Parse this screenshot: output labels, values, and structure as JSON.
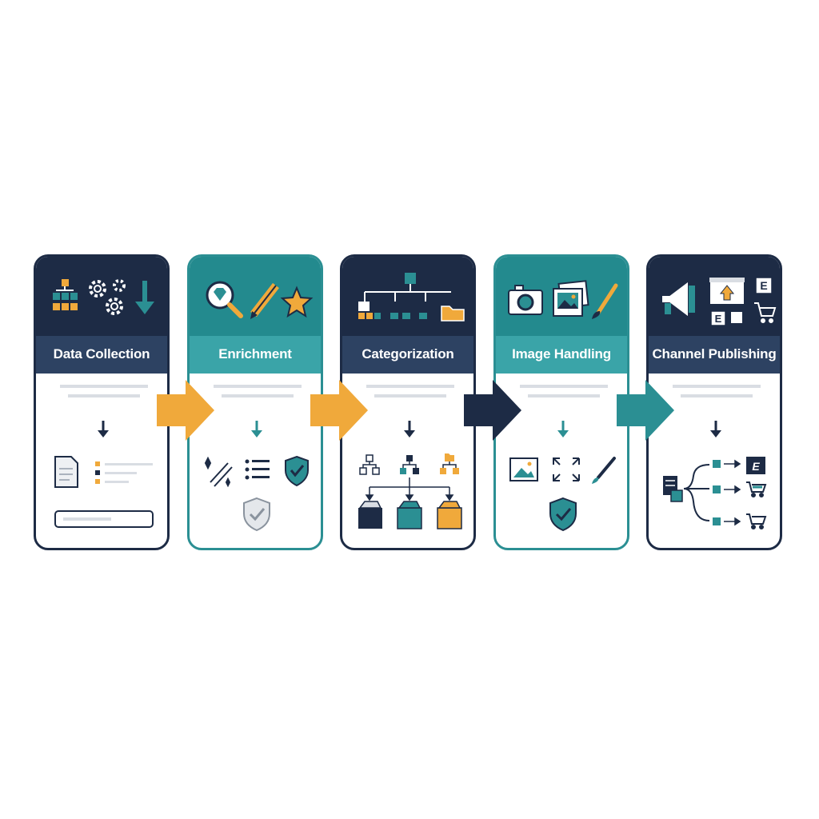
{
  "stages": [
    {
      "title": "Data Collection"
    },
    {
      "title": "Enrichment"
    },
    {
      "title": "Categorization"
    },
    {
      "title": "Image Handling"
    },
    {
      "title": "Channel Publishing"
    }
  ],
  "publishing_badge_letter": "E",
  "colors": {
    "navy": "#1d2b45",
    "teal": "#2b8f93",
    "orange": "#f0a93b",
    "light_gray": "#d9dde3"
  },
  "icons": [
    "hierarchy-icon",
    "gears-icon",
    "download-arrow-icon",
    "diamond-magnifier-icon",
    "pencil-icon",
    "star-icon",
    "org-chart-icon",
    "folder-icon",
    "camera-icon",
    "photos-icon",
    "paintbrush-icon",
    "megaphone-icon",
    "browser-upload-icon",
    "shopping-cart-icon",
    "document-icon",
    "checklist-icon",
    "shield-check-icon",
    "image-icon",
    "expand-icon",
    "boxes-icon"
  ]
}
